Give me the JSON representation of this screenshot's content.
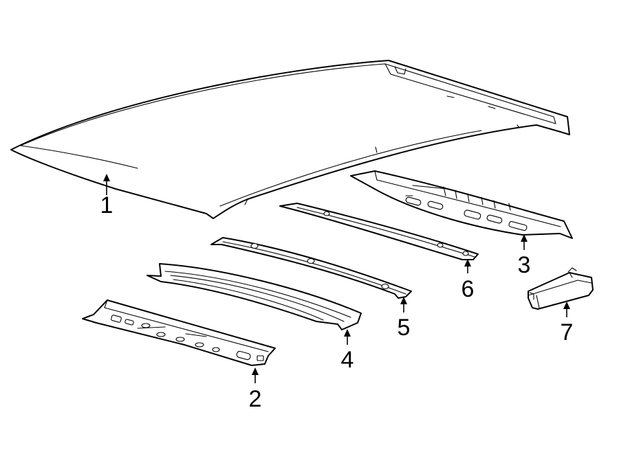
{
  "diagram": {
    "colors": {
      "line": "#000000",
      "background": "#ffffff"
    },
    "callouts": [
      {
        "id": "1",
        "label": "1"
      },
      {
        "id": "2",
        "label": "2"
      },
      {
        "id": "3",
        "label": "3"
      },
      {
        "id": "4",
        "label": "4"
      },
      {
        "id": "5",
        "label": "5"
      },
      {
        "id": "6",
        "label": "6"
      },
      {
        "id": "7",
        "label": "7"
      }
    ]
  }
}
